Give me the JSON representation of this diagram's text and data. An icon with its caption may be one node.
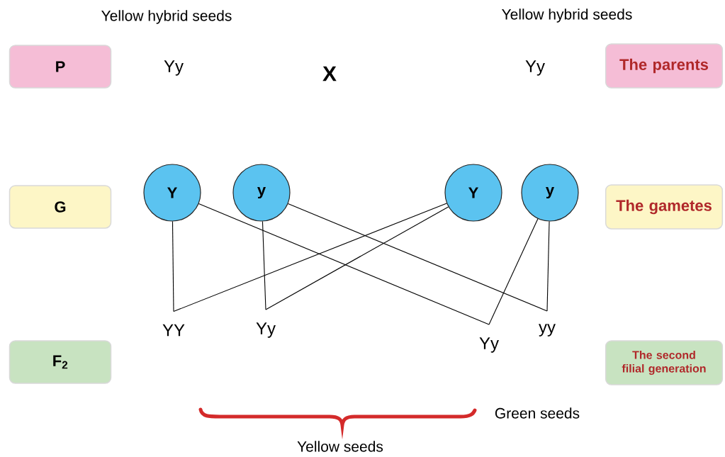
{
  "diagram": {
    "nodes": [
      {
        "text": [
          "P"
        ]
      },
      {
        "text": [
          "The parents"
        ]
      },
      {
        "text": [
          "G"
        ]
      },
      {
        "text": [
          "Y"
        ]
      },
      {
        "text": [
          "y"
        ]
      },
      {
        "text": [
          "Y"
        ]
      },
      {
        "text": [
          "y"
        ]
      },
      {
        "text": [
          "The gametes"
        ]
      },
      {
        "text": [
          "F$_{2}$"
        ]
      },
      {
        "text": [
          "YY"
        ]
      },
      {
        "text": [
          "Yy"
        ]
      },
      {
        "text": [
          "Yy"
        ]
      },
      {
        "text": [
          "yy"
        ]
      },
      {
        "text": [
          "The second filial generation"
        ]
      }
    ],
    "edges": [
      {
        "from": 3,
        "to": 9,
        "arrow": "none"
      },
      {
        "from": 3,
        "to": 11,
        "arrow": "none"
      },
      {
        "from": 4,
        "to": 10,
        "arrow": "none"
      },
      {
        "from": 4,
        "to": 12,
        "arrow": "none"
      },
      {
        "from": 5,
        "to": 9,
        "arrow": "none"
      },
      {
        "from": 5,
        "to": 10,
        "arrow": "none"
      },
      {
        "from": 6,
        "to": 11,
        "arrow": "none"
      },
      {
        "from": 6,
        "to": 12,
        "arrow": "none"
      }
    ],
    "labels": [
      "Yellow hybrid seeds",
      "Yellow hybrid seeds",
      "Yy",
      "X",
      "Yy",
      "Green seeds",
      "Yellow seeds"
    ]
  }
}
